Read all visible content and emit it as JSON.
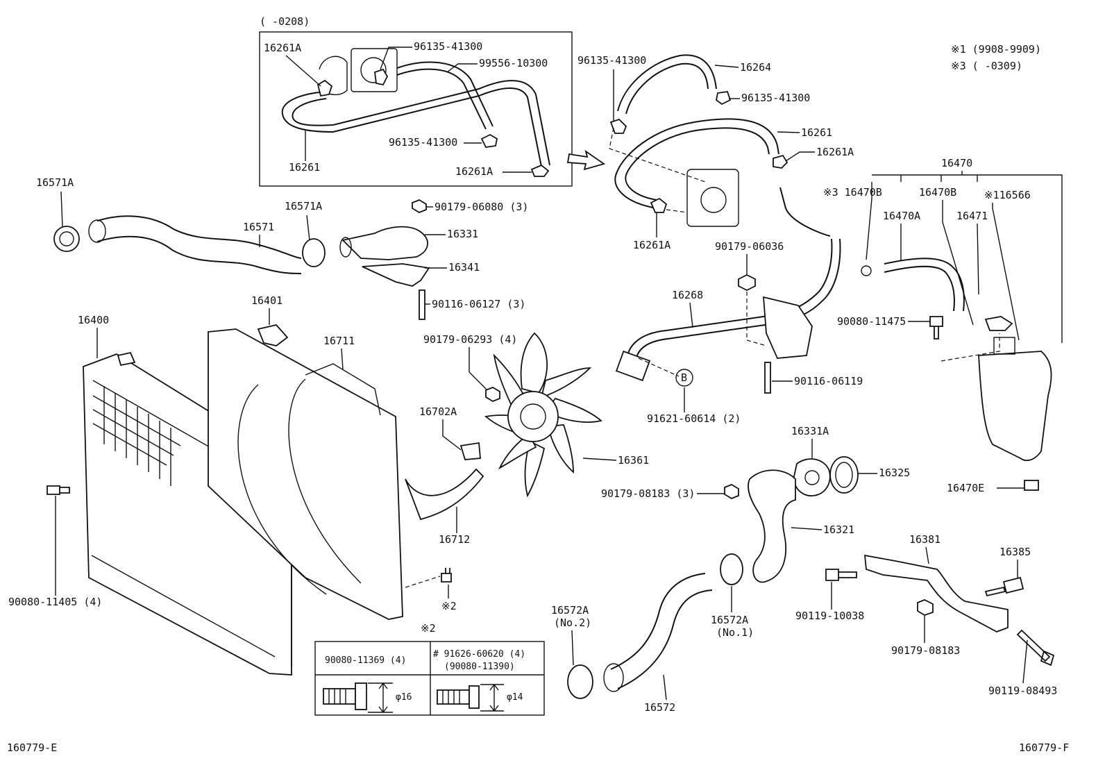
{
  "labels": {
    "inset_range": "(      -0208)",
    "p16261A_inset": "16261A",
    "p96135_inset_top": "96135-41300",
    "p99556": "99556-10300",
    "p96135_inset_mid": "96135-41300",
    "p16261_inset": "16261",
    "p16261A_inset_bottom": "16261A",
    "p96135_top": "96135-41300",
    "p16264": "16264",
    "p96135_right": "96135-41300",
    "p16261": "16261",
    "p16261A_right": "16261A",
    "p16261A_lower": "16261A",
    "note1": "※1 (9908-9909)",
    "note3": "※3 (      -0309)",
    "p16470": "16470",
    "p16470B_note": "※3 16470B",
    "p16470B": "16470B",
    "p116566": "※116566",
    "p16470A": "16470A",
    "p16471": "16471",
    "p90080_11475": "90080-11475",
    "p16470E": "16470E",
    "p16571A_left": "16571A",
    "p16571A_right": "16571A",
    "p16571": "16571",
    "p90179_06080": "90179-06080 (3)",
    "p16331": "16331",
    "p16341": "16341",
    "p90116_06127": "90116-06127 (3)",
    "p90179_06036": "90179-06036",
    "p16268": "16268",
    "p90116_06119": "90116-06119",
    "p91621": "91621-60614 (2)",
    "circle_b": "B",
    "p16401": "16401",
    "p16400": "16400",
    "p16711": "16711",
    "p90179_06293": "90179-06293 (4)",
    "p16702A": "16702A",
    "p16361": "16361",
    "p16712": "16712",
    "p16331A": "16331A",
    "p16325": "16325",
    "p90179_08183_3": "90179-08183 (3)",
    "p16321": "16321",
    "p16381": "16381",
    "p16385": "16385",
    "p90080_11405": "90080-11405 (4)",
    "note2_small": "※2",
    "note2_table": "※2",
    "p16572A_no2": "16572A",
    "no2": "(No.2)",
    "p16572A_no1": "16572A",
    "no1": "(No.1)",
    "p90119_10038": "90119-10038",
    "p90179_08183": "90179-08183",
    "p90119_08493": "90119-08493",
    "p16572": "16572",
    "code_left": "160779-E",
    "code_right": "160779-F"
  },
  "bolt_table": {
    "col1_header": "90080-11369 (4)",
    "col2_header_line1": "# 91626-60620 (4)",
    "col2_header_line2": "(90080-11390)",
    "col1_dim": "φ16",
    "col2_dim": "φ14"
  }
}
